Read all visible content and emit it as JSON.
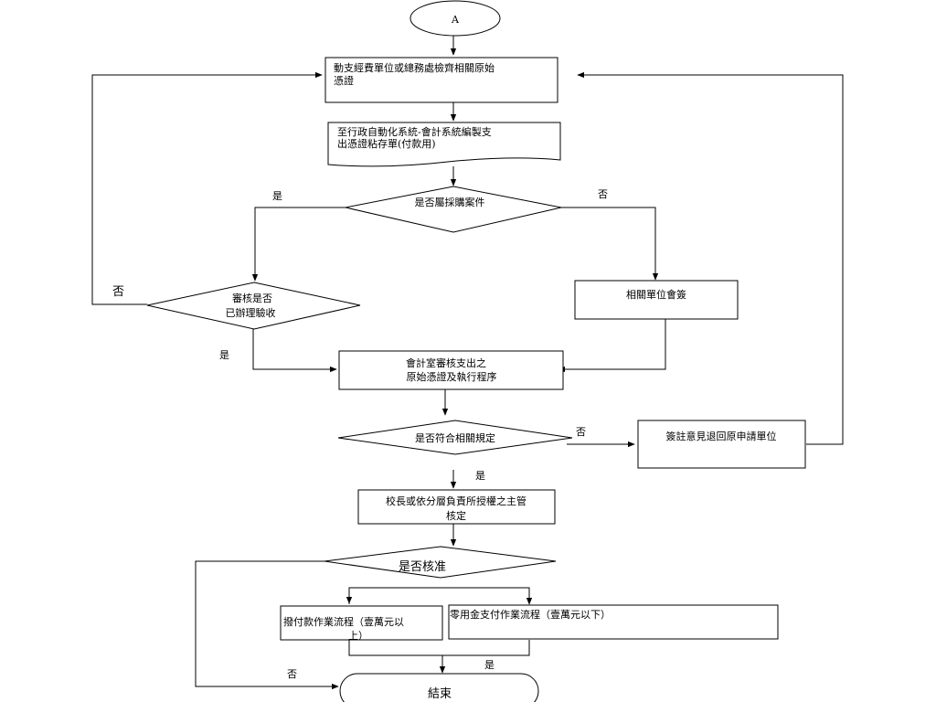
{
  "nodes": {
    "a": "A",
    "check_vouchers": [
      "動支經費單位或總務處檢齊相關原始",
      "憑證"
    ],
    "make_sheet": [
      "至行政自動化系統-會計系統編製支",
      "出憑證粘存單(付款用)"
    ],
    "is_purchase": "是否屬採購案件",
    "inspection": [
      "審核是否",
      "已辦理驗收"
    ],
    "cosign": "相關單位會簽",
    "accounting_review": [
      "會計室審核支出之",
      "原始憑證及執行程序"
    ],
    "compliant": "是否符合相關規定",
    "return_applicant": "簽註意見退回原申請單位",
    "approver": [
      "校長或依分層負責所授權之主管",
      "核定"
    ],
    "approved": "是否核准",
    "payment_flow": [
      "撥付款作業流程（壹萬元以",
      "上）"
    ],
    "petty_cash_flow": "零用金支付作業流程（壹萬元以下）",
    "end": "結束"
  },
  "labels": {
    "purchase_yes": "是",
    "purchase_no": "否",
    "inspection_no": "否",
    "inspection_yes": "是",
    "compliant_no": "否",
    "compliant_yes": "是",
    "approved_yes": "是",
    "approved_no": "否"
  }
}
